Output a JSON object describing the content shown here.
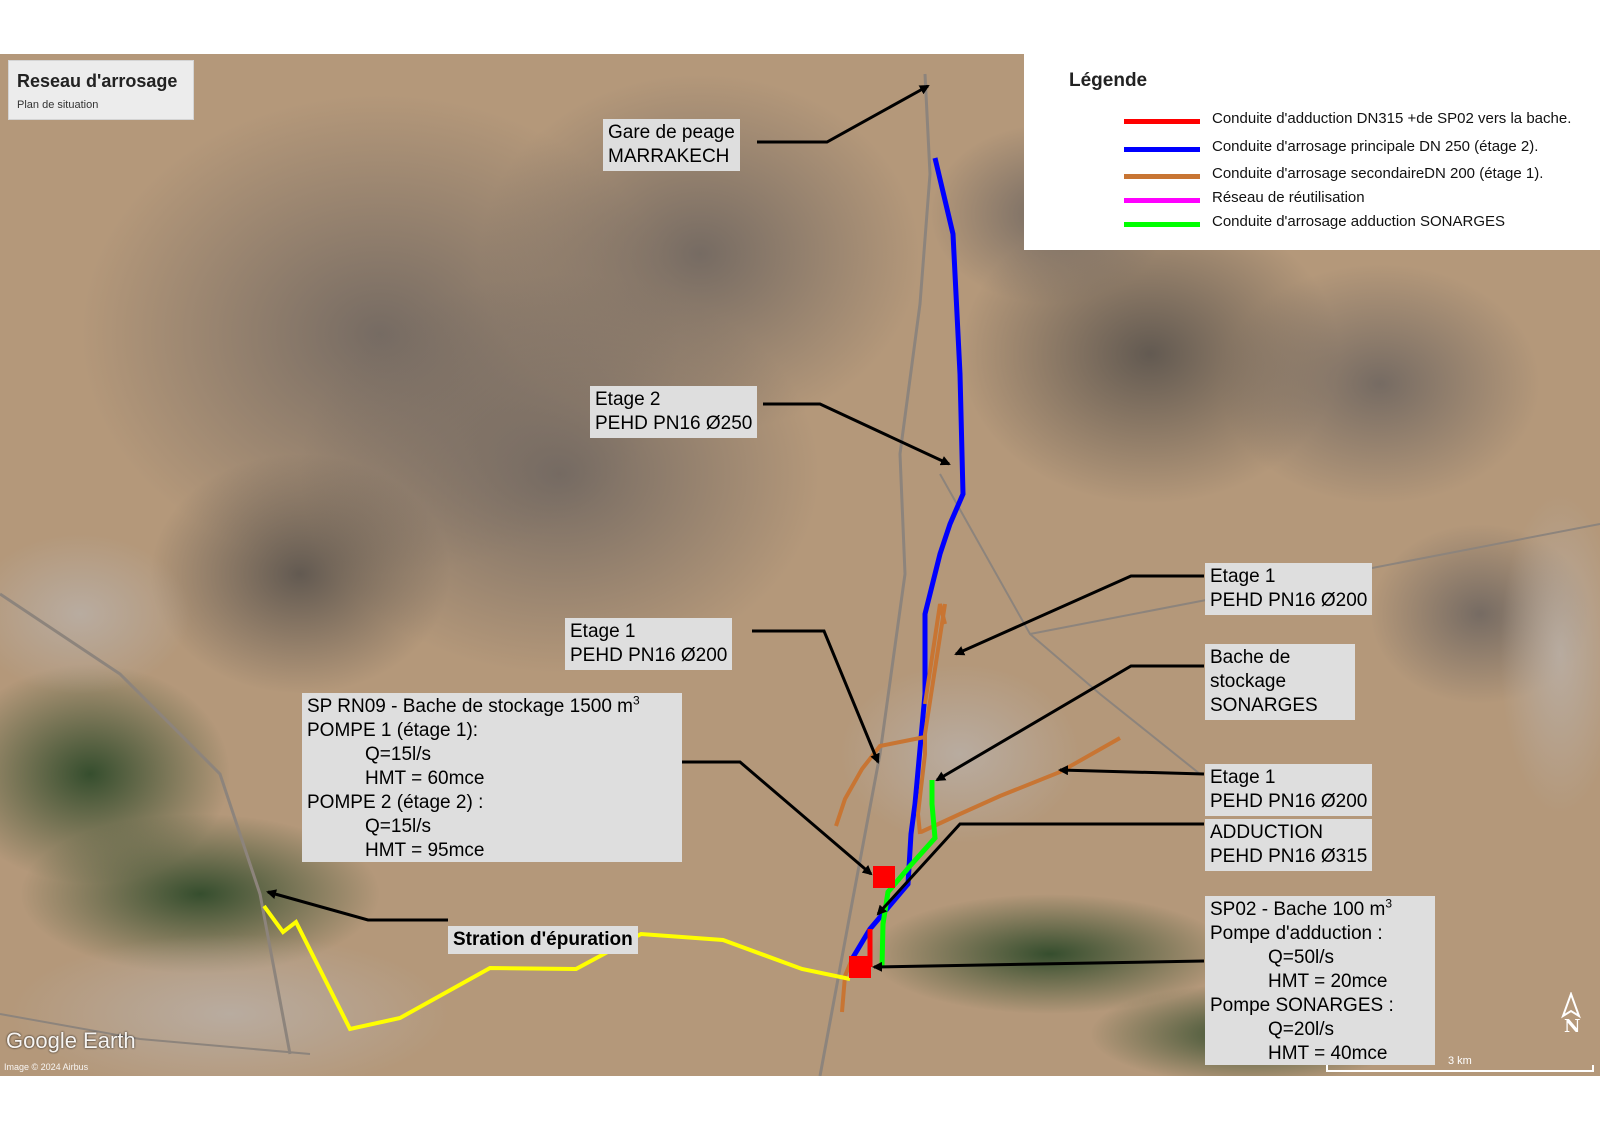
{
  "header": {
    "title": "Reseau d'arrosage",
    "subtitle": "Plan de situation"
  },
  "legend": {
    "title": "Légende",
    "items": [
      {
        "label": "Conduite d'adduction DN315  +de SP02 vers la bache.",
        "color": "#ff0000"
      },
      {
        "label": "Conduite d'arrosage principale DN 250 (étage 2).",
        "color": "#0000ff"
      },
      {
        "label": "Conduite d'arrosage secondaireDN 200 (étage 1).",
        "color": "#c87533"
      },
      {
        "label": "Réseau de réutilisation",
        "color": "#ff00ff"
      },
      {
        "label": "Conduite d'arrosage adduction SONARGES",
        "color": "#00ff00"
      }
    ]
  },
  "labels": {
    "gare": [
      "Gare de peage",
      "MARRAKECH"
    ],
    "etage2": [
      "Etage 2",
      "PEHD PN16 Ø250"
    ],
    "etage1_left": [
      "Etage 1",
      "PEHD PN16 Ø200"
    ],
    "etage1_right_top": [
      "Etage 1",
      "PEHD PN16 Ø200"
    ],
    "bache": [
      "Bache de",
      "stockage",
      "SONARGES"
    ],
    "etage1_right_bottom": [
      "Etage 1",
      "PEHD PN16 Ø200"
    ],
    "adduction": [
      "ADDUCTION",
      "PEHD PN16 Ø315"
    ],
    "sp_rn09": {
      "line1": "SP RN09 - Bache de stockage 1500 m",
      "line1_sup": "3",
      "pompe1": "POMPE 1 (étage 1):",
      "q1": "Q=15l/s",
      "hmt1": "HMT = 60mce",
      "pompe2": "POMPE 2 (étage 2) :",
      "q2": "Q=15l/s",
      "hmt2": "HMT = 95mce"
    },
    "sp02": {
      "line1": "SP02 - Bache 100 m",
      "line1_sup": "3",
      "pompe_add": "Pompe d'adduction :",
      "q1": "Q=50l/s",
      "hmt1": "HMT = 20mce",
      "pompe_son": "Pompe SONARGES :",
      "q2": "Q=20l/s",
      "hmt2": "HMT = 40mce"
    },
    "station": "Stration d'épuration"
  },
  "map_attribution": {
    "brand": "Google Earth",
    "copyright": "Image © 2024 Airbus"
  },
  "scale": {
    "label": "3 km"
  },
  "north": {
    "label": "N"
  },
  "colors": {
    "adduction": "#ff0000",
    "principale": "#0000ff",
    "secondaire": "#c87533",
    "reutilisation": "#ff00ff",
    "sonarges": "#00ff00",
    "rejet": "#ffff00"
  }
}
